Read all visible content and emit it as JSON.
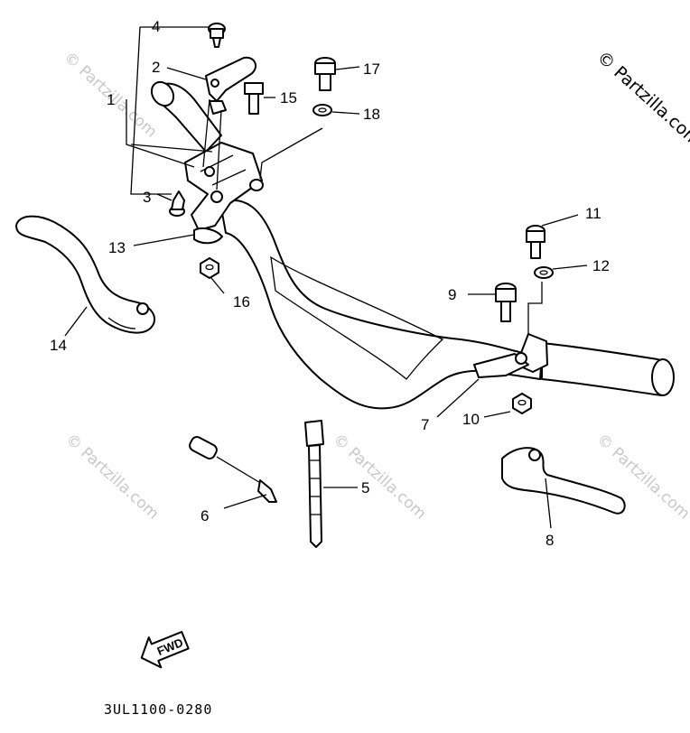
{
  "watermarks": {
    "main": "© Partzilla.com",
    "faint": "© Partzilla.com"
  },
  "diagram_code": "3UL1100-0280",
  "fwd_label": "FWD",
  "callouts": {
    "c1": "1",
    "c2": "2",
    "c3": "3",
    "c4": "4",
    "c5": "5",
    "c6": "6",
    "c7": "7",
    "c8": "8",
    "c9": "9",
    "c10": "10",
    "c11": "11",
    "c12": "12",
    "c13": "13",
    "c14": "14",
    "c15": "15",
    "c16": "16",
    "c17": "17",
    "c18": "18"
  },
  "icons": [
    "fwd-arrow-icon"
  ]
}
